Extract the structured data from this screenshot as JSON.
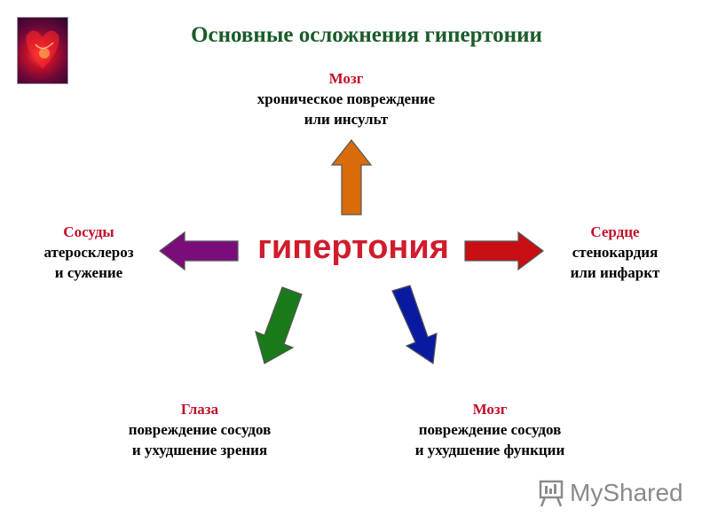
{
  "title": "Основные осложнения гипертонии",
  "center_label": "гипертония",
  "logo_icon": "heart-icon",
  "nodes": {
    "top": {
      "heading": "Мозг",
      "line1": "хроническое повреждение",
      "line2": "или инсульт",
      "arrow_color": "#d96c0a"
    },
    "left": {
      "heading": "Сосуды",
      "line1": "атеросклероз",
      "line2": "и сужение",
      "arrow_color": "#7a0d7a"
    },
    "right": {
      "heading": "Сердце",
      "line1": "стенокардия",
      "line2": "или инфаркт",
      "arrow_color": "#c80f14"
    },
    "bottom_left": {
      "heading": "Глаза",
      "line1": "повреждение сосудов",
      "line2": "и ухудшение зрения",
      "arrow_color": "#1a7a1a"
    },
    "bottom_right": {
      "heading": "Мозг",
      "line1": "повреждение сосудов",
      "line2": "и ухудшение функции",
      "arrow_color": "#0a1aa0"
    }
  },
  "watermark": {
    "text": "MyShared",
    "icon": "presentation-board-icon"
  }
}
